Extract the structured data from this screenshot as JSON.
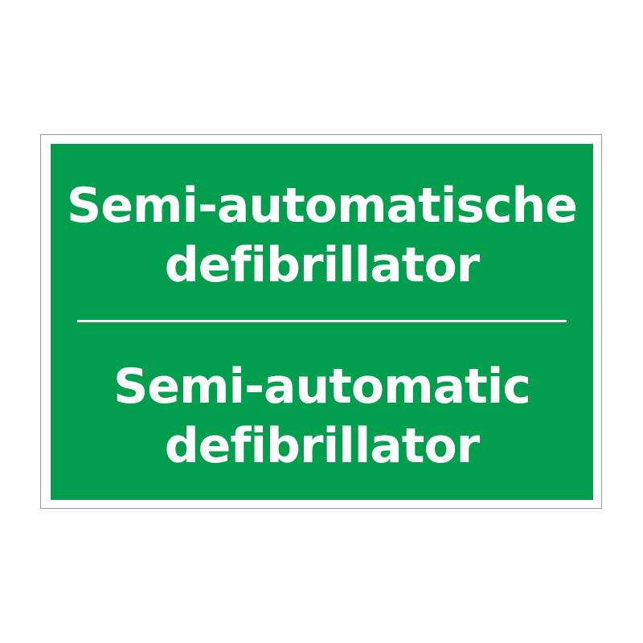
{
  "sign": {
    "dutch_line1": "Semi-automatische",
    "dutch_line2": "defibrillator",
    "english_line1": "Semi-automatic",
    "english_line2": "defibrillator",
    "background_color": "#009e4d",
    "text_color": "#ffffff"
  }
}
